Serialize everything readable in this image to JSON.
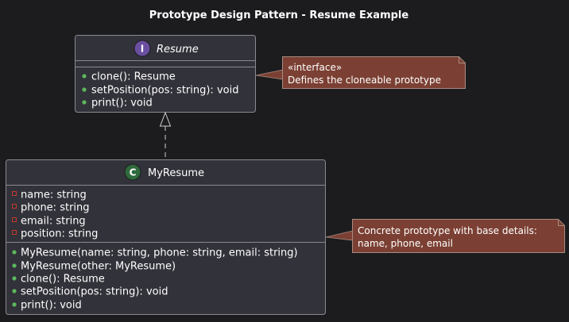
{
  "title": "Prototype Design Pattern - Resume Example",
  "colors": {
    "background": "#1c1c1e",
    "box_fill": "#32323a",
    "box_border": "#8a8a90",
    "text": "#ffffff",
    "note_fill": "#7b4033",
    "note_border": "#a88a82",
    "interface_badge": "#6a4fa0",
    "class_badge": "#2f6a3d",
    "public_marker": "#5cb85c",
    "private_marker": "#c0392b",
    "connector": "#cfcfcf"
  },
  "interface_box": {
    "badge": "I",
    "name": "Resume",
    "methods": [
      "clone(): Resume",
      "setPosition(pos: string): void",
      "print(): void"
    ]
  },
  "class_box": {
    "badge": "C",
    "name": "MyResume",
    "fields": [
      "name: string",
      "phone: string",
      "email: string",
      "position: string"
    ],
    "methods": [
      "MyResume(name: string, phone: string, email: string)",
      "MyResume(other: MyResume)",
      "clone(): Resume",
      "setPosition(pos: string): void",
      "print(): void"
    ]
  },
  "notes": {
    "interface_note": [
      "«interface»",
      "Defines the cloneable prototype"
    ],
    "class_note": [
      "Concrete prototype with base details:",
      "name, phone, email"
    ]
  }
}
